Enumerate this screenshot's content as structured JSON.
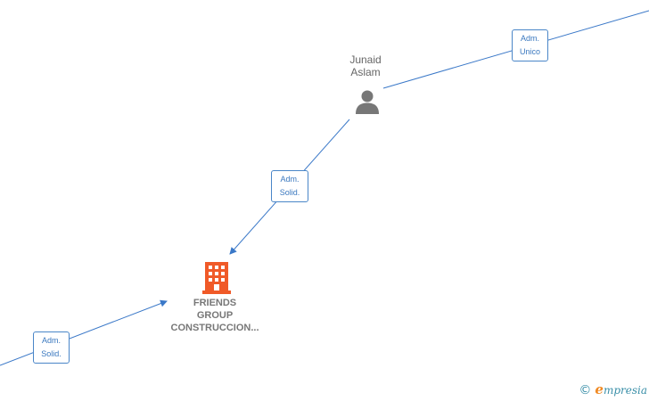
{
  "colors": {
    "edge": "#3a78c8",
    "person_icon": "#777777",
    "company_icon": "#f05a28"
  },
  "nodes": {
    "person": {
      "name_line1": "Junaid",
      "name_line2": "Aslam",
      "icon": "person-icon"
    },
    "company": {
      "name_line1": "FRIENDS",
      "name_line2": "GROUP",
      "name_line3": "CONSTRUCCION...",
      "icon": "building-icon"
    }
  },
  "edges": {
    "top_right": {
      "label_line1": "Adm.",
      "label_line2": "Unico"
    },
    "person_to_company": {
      "label_line1": "Adm.",
      "label_line2": "Solid."
    },
    "bottom_left": {
      "label_line1": "Adm.",
      "label_line2": "Solid."
    }
  },
  "footer": {
    "copyright": "©",
    "brand_e": "e",
    "brand_rest": "mpresia"
  }
}
